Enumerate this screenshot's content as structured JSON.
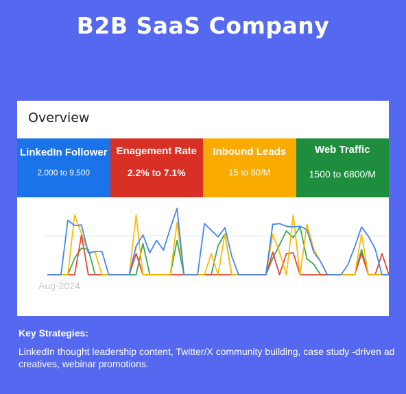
{
  "title": "B2B SaaS Company",
  "overview_label": "Overview",
  "kpis": [
    {
      "label": "LinkedIn Follower",
      "value": "2,000 to 9,500",
      "color": "#1a73e8"
    },
    {
      "label": "Enagement Rate",
      "value": "2.2% to 7.1%",
      "color": "#d93025"
    },
    {
      "label": "Inbound Leads",
      "value": "15 to 80/M",
      "color": "#f9ab00"
    },
    {
      "label": "Web Traffic",
      "value": "1500 to 6800/M",
      "color": "#1e8e3e"
    }
  ],
  "chart_data": {
    "type": "line",
    "x_tick_labels": [
      "Aug-2024"
    ],
    "grid": true,
    "ylim": [
      0,
      100
    ],
    "series": [
      {
        "color": "#4285f4",
        "values": [
          0,
          0,
          0,
          82,
          74,
          75,
          33,
          35,
          35,
          0,
          0,
          0,
          0,
          43,
          60,
          33,
          52,
          37,
          70,
          100,
          0,
          0,
          0,
          77,
          67,
          57,
          71,
          28,
          0,
          0,
          0,
          0,
          0,
          76,
          77,
          73,
          72,
          73,
          68,
          34,
          20,
          0,
          0,
          0,
          15,
          42,
          72,
          58,
          39,
          0,
          0
        ]
      },
      {
        "color": "#fbbc05",
        "values": [
          0,
          0,
          0,
          0,
          90,
          62,
          34,
          34,
          0,
          0,
          0,
          0,
          0,
          90,
          0,
          0,
          0,
          0,
          0,
          79,
          0,
          0,
          0,
          0,
          32,
          0,
          62,
          0,
          0,
          0,
          0,
          0,
          0,
          61,
          34,
          0,
          90,
          0,
          76,
          39,
          20,
          0,
          0,
          0,
          0,
          0,
          61,
          0,
          0,
          0,
          0
        ]
      },
      {
        "color": "#34a853",
        "values": [
          0,
          0,
          0,
          0,
          25,
          40,
          38,
          0,
          0,
          0,
          0,
          0,
          0,
          0,
          47,
          0,
          0,
          0,
          0,
          52,
          0,
          0,
          0,
          0,
          0,
          44,
          62,
          0,
          0,
          0,
          0,
          0,
          0,
          25,
          45,
          66,
          56,
          72,
          24,
          16,
          0,
          0,
          0,
          0,
          0,
          0,
          38,
          0,
          0,
          0,
          0
        ]
      },
      {
        "color": "#ea4335",
        "values": [
          0,
          0,
          0,
          0,
          0,
          60,
          0,
          0,
          0,
          0,
          0,
          0,
          0,
          32,
          0,
          0,
          0,
          0,
          0,
          0,
          0,
          0,
          0,
          0,
          0,
          0,
          0,
          0,
          0,
          0,
          0,
          0,
          0,
          34,
          0,
          32,
          33,
          0,
          0,
          0,
          0,
          0,
          0,
          0,
          0,
          0,
          32,
          0,
          0,
          32,
          0
        ]
      }
    ]
  },
  "strategies": {
    "title": "Key Strategies:",
    "text": "LinkedIn thought leadership content, Twitter/X community building, case study -driven ad creatives, webinar promotions."
  }
}
